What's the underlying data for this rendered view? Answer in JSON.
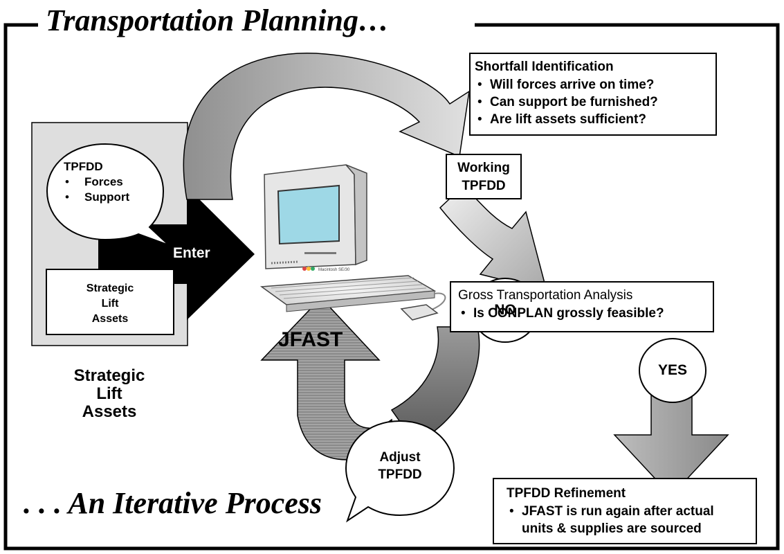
{
  "header": {
    "title": "Transportation Planning…",
    "footer": ". . . An Iterative Process"
  },
  "tpfdd_bubble": {
    "title": "TPFDD",
    "items": [
      "Forces",
      "Support"
    ]
  },
  "strategic_box": {
    "label_line1": "Strategic",
    "label_line2": "Lift",
    "label_line3": "Assets"
  },
  "panel_caption": {
    "line1": "Strategic",
    "line2": "Lift",
    "line3": "Assets"
  },
  "enter_arrow": {
    "label": "Enter"
  },
  "computer": {
    "label": "JFAST",
    "brand_text": "Macintosh SE/30"
  },
  "shortfall": {
    "title": "Shortfall Identification",
    "items": [
      "Will forces arrive on time?",
      "Can support be furnished?",
      "Are lift assets sufficient?"
    ]
  },
  "working_tpfdd": {
    "line1": "Working",
    "line2": "TPFDD"
  },
  "gross_analysis": {
    "title": "Gross Transportation Analysis",
    "items": [
      "Is CONPLAN grossly feasible?"
    ]
  },
  "decision": {
    "no": "NO",
    "yes": "YES"
  },
  "adjust": {
    "line1": "Adjust",
    "line2": "TPFDD"
  },
  "refinement": {
    "title": "TPFDD Refinement",
    "item_line1": "JFAST is run again after actual",
    "item_line2": "units & supplies are sourced"
  }
}
